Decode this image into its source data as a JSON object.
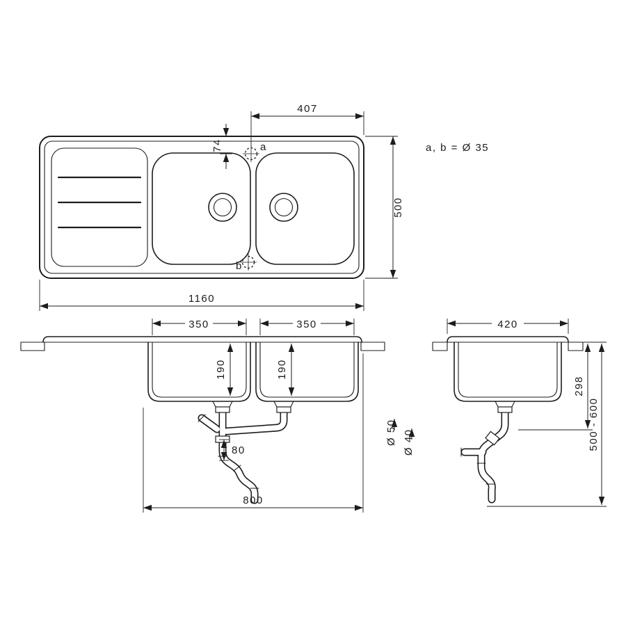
{
  "colors": {
    "ink": "#1d1d1d",
    "paper": "#ffffff"
  },
  "note": {
    "hole_diameters": "a, b = Ø 35"
  },
  "top_view": {
    "dim_faucet_offset": "407",
    "dim_faucet_inset": "74",
    "marker_a": "a",
    "marker_b": "b",
    "dim_depth": "500",
    "dim_width": "1160"
  },
  "front_view": {
    "dim_bowl1_width": "350",
    "dim_bowl2_width": "350",
    "dim_bowl1_depth": "190",
    "dim_bowl2_depth": "190",
    "dim_trap": "80",
    "dim_base_width": "800"
  },
  "side_view": {
    "dim_width": "420",
    "dim_depth_total": "298",
    "dim_install_height": "500 - 600",
    "dim_pipe_a": "Ø 50",
    "dim_pipe_b": "Ø 40"
  }
}
